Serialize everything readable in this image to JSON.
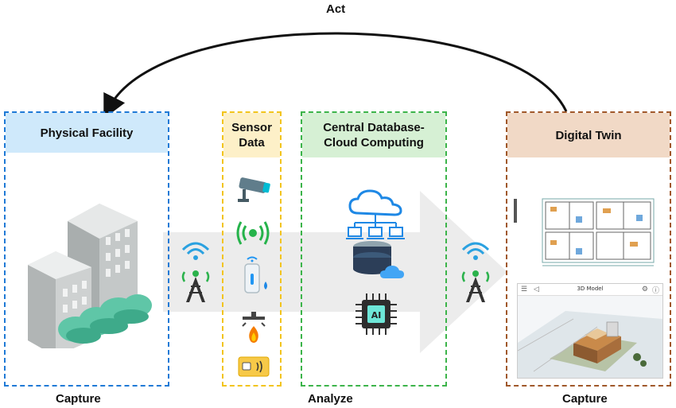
{
  "labels": {
    "act": "Act",
    "capture_left": "Capture",
    "analyze": "Analyze",
    "capture_right": "Capture"
  },
  "boxes": {
    "physical_facility": {
      "title": "Physical Facility",
      "color": "#1f7ad6",
      "fill": "#cfe9fb"
    },
    "sensor_data": {
      "title_line1": "Sensor",
      "title_line2": "Data",
      "color": "#f2c41d",
      "fill": "#fdf0c8"
    },
    "cloud_computing": {
      "title_line1": "Central Database-",
      "title_line2": "Cloud Computing",
      "color": "#3cb44a",
      "fill": "#d6f0d4"
    },
    "digital_twin": {
      "title": "Digital Twin",
      "color": "#a0582a",
      "fill": "#f1d9c6"
    }
  },
  "model_view": {
    "title": "3D Model"
  },
  "icons": [
    "building-icon",
    "wifi-tower-icon",
    "cctv-camera-icon",
    "wireless-signal-icon",
    "iot-sensor-icon",
    "fire-sprinkler-icon",
    "smart-card-icon",
    "cloud-network-icon",
    "database-cloud-icon",
    "ai-chip-icon",
    "floor-plan-image",
    "3d-model-image"
  ]
}
